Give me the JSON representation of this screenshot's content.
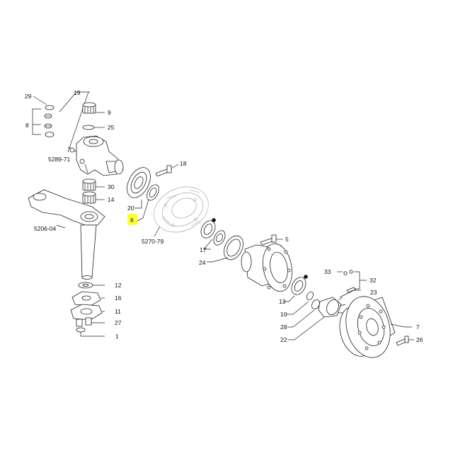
{
  "diagram": {
    "callouts": {
      "c29": "29",
      "c19": "19",
      "c9": "9",
      "c8": "8",
      "c25": "25",
      "c5289": "5289-71",
      "c30": "30",
      "c14": "14",
      "c5206": "5206-04",
      "c12": "12",
      "c16": "16",
      "c11": "11",
      "c27": "27",
      "c1": "1",
      "c18": "18",
      "c20": "20",
      "c6": "6",
      "c5270": "5270-79",
      "c17": "17",
      "c24": "24",
      "c5": "5",
      "c33": "33",
      "c32": "32",
      "c23": "23",
      "c13": "13",
      "c10": "10",
      "c28": "28",
      "c22": "22",
      "c7": "7",
      "c26": "26"
    },
    "highlight_color": "#ffff33",
    "line_color": "#222222"
  }
}
